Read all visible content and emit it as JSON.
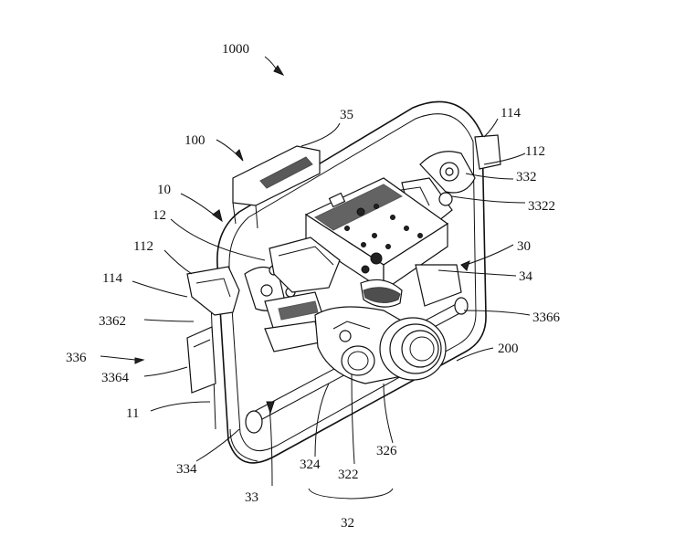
{
  "labels": {
    "l1000": "1000",
    "l35": "35",
    "l114a": "114",
    "l100": "100",
    "l112a": "112",
    "l332": "332",
    "l10": "10",
    "l3322": "3322",
    "l12": "12",
    "l30": "30",
    "l112b": "112",
    "l34": "34",
    "l114b": "114",
    "l3366": "3366",
    "l3362": "3362",
    "l200": "200",
    "l336": "336",
    "l3364": "3364",
    "l11": "11",
    "l326": "326",
    "l334": "334",
    "l324": "324",
    "l322": "322",
    "l33": "33",
    "l32": "32"
  },
  "colors": {
    "line": "#111111",
    "background": "#ffffff"
  }
}
